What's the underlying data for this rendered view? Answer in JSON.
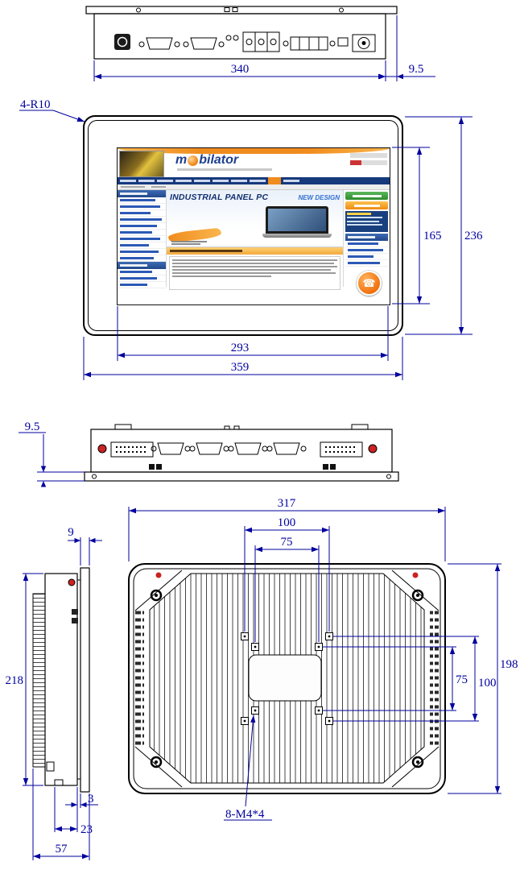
{
  "drawing": {
    "colors": {
      "dimension": "#00009e",
      "outline": "#000000",
      "red_marker": "#cc2222"
    },
    "dims": {
      "top_width": "340",
      "top_flange": "9.5",
      "front_corner": "4-R10",
      "screen_height": "165",
      "front_height": "236",
      "screen_width": "293",
      "front_width": "359",
      "side_flange": "9.5",
      "back_width": "317",
      "vesa_h_100": "100",
      "vesa_h_75": "75",
      "side_top": "9",
      "side_height": "218",
      "vesa_v_75": "75",
      "vesa_v_100": "100",
      "back_height": "198",
      "holes": "8-M4*4",
      "depth_lip": "3",
      "depth_body": "23",
      "depth_total": "57"
    }
  },
  "screen": {
    "logo_pre": "m",
    "logo_post": "bilator",
    "promo_title": "INDUSTRIAL PANEL PC",
    "promo_badge": "NEW DESIGN",
    "phone_icon": "☎",
    "colors": {
      "accent_orange": "#f08c1e",
      "nav_blue": "#16397c",
      "link_blue": "#2c59b5",
      "button_green": "#3a9d3a"
    }
  }
}
